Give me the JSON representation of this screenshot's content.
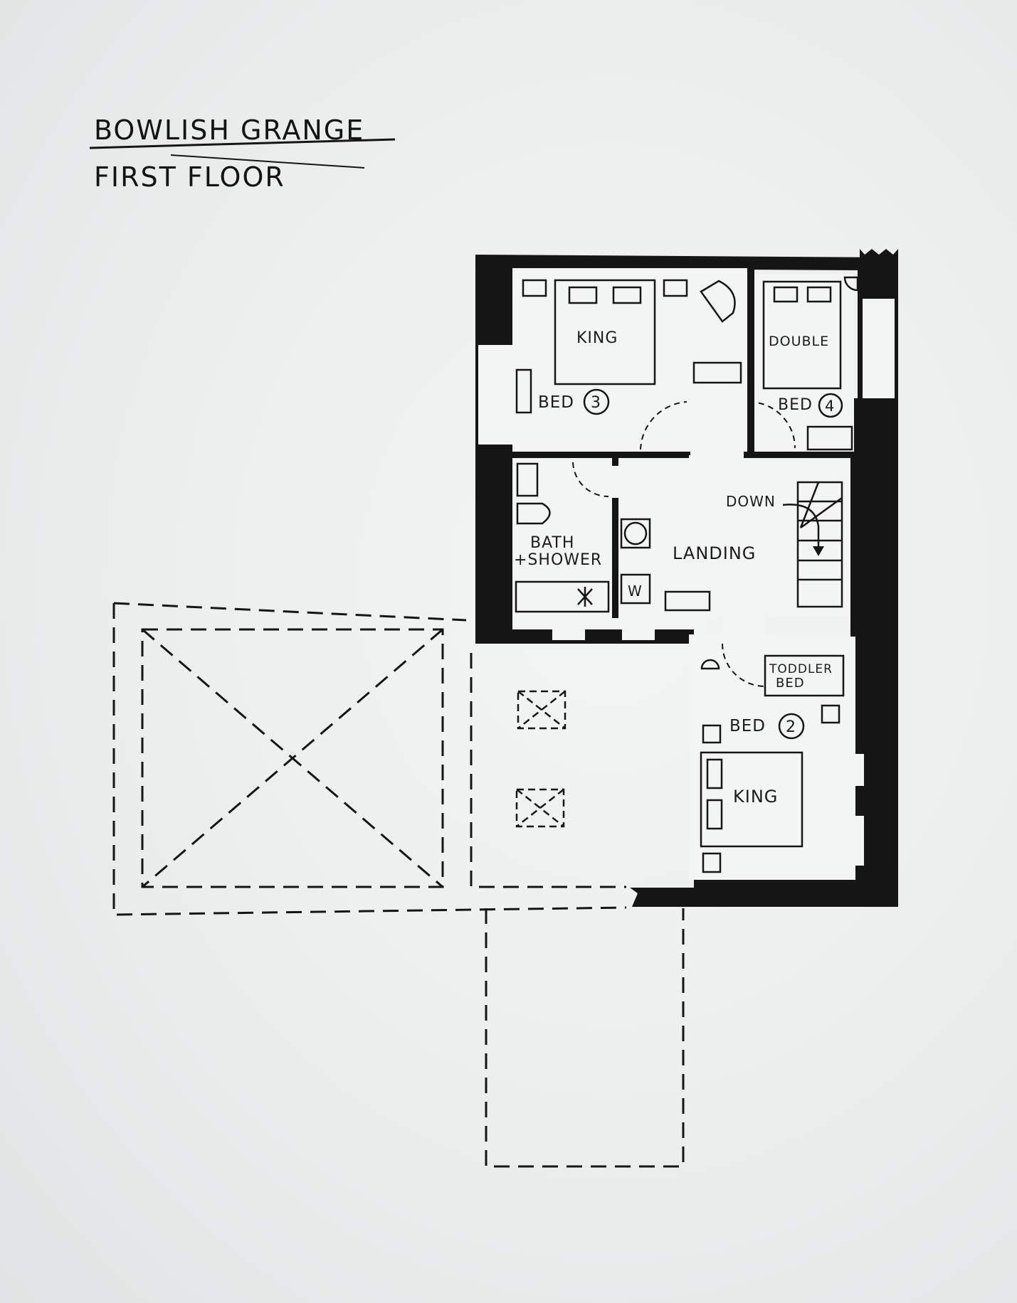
{
  "title": {
    "line1": "BOWLISH GRANGE",
    "line2": "FIRST FLOOR"
  },
  "rooms": {
    "bed3": {
      "label": "BED",
      "number": "3",
      "bed_type": "KING"
    },
    "bed4": {
      "label": "BED",
      "number": "4",
      "bed_type": "DOUBLE"
    },
    "bathroom": {
      "line1": "BATH",
      "line2": "+SHOWER"
    },
    "landing": {
      "label": "LANDING",
      "stairs_label": "DOWN",
      "cupboard_label": "W"
    },
    "bed2": {
      "label": "BED",
      "number": "2",
      "bed_type": "KING",
      "extra_bed_line1": "TODDLER",
      "extra_bed_line2": "BED"
    }
  },
  "colors": {
    "ink": "#161515",
    "paper": "#eef0f0"
  }
}
